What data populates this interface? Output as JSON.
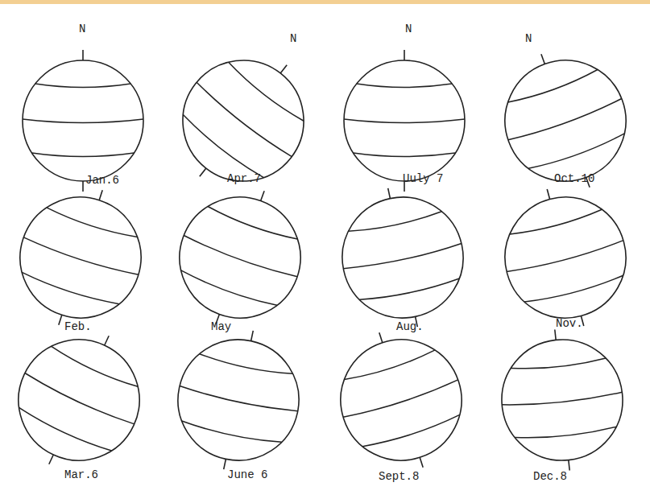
{
  "diagram": {
    "labels": [
      "N",
      "N",
      "N",
      "N",
      "Jan.6",
      "Apr.7",
      "Uuly 7",
      "Oct.10",
      "Feb.",
      "May",
      "Aug.",
      "Nov.",
      "Mar.6",
      "June 6",
      "Sept.8",
      "Dec.8"
    ]
  }
}
